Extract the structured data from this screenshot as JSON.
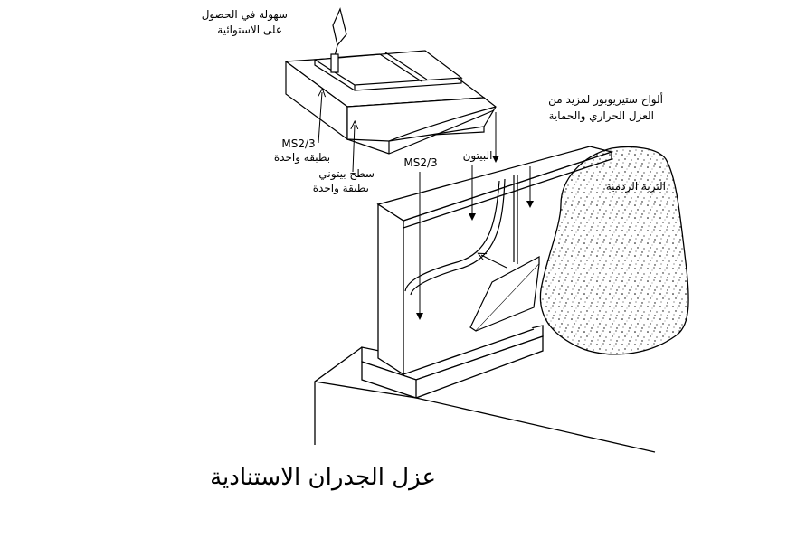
{
  "labels": {
    "trowel_line1": "سهولة في الحصول",
    "trowel_line2": "على الاستوائية",
    "styro_line1": "ألواح ستيريوبور لمزيد من",
    "styro_line2": "العزل الحراري والحماية",
    "ms_slab": "MS2/3",
    "slab_layer": "بطبقة واحدة",
    "concrete_surface": "سطح بيتوني",
    "surface_layer": "بطبقة واحدة",
    "ms_wall": "MS2/3",
    "concrete": "البيتون",
    "backfill": "التربة الردمية"
  },
  "title": "عزل الجدران الاستنادية"
}
